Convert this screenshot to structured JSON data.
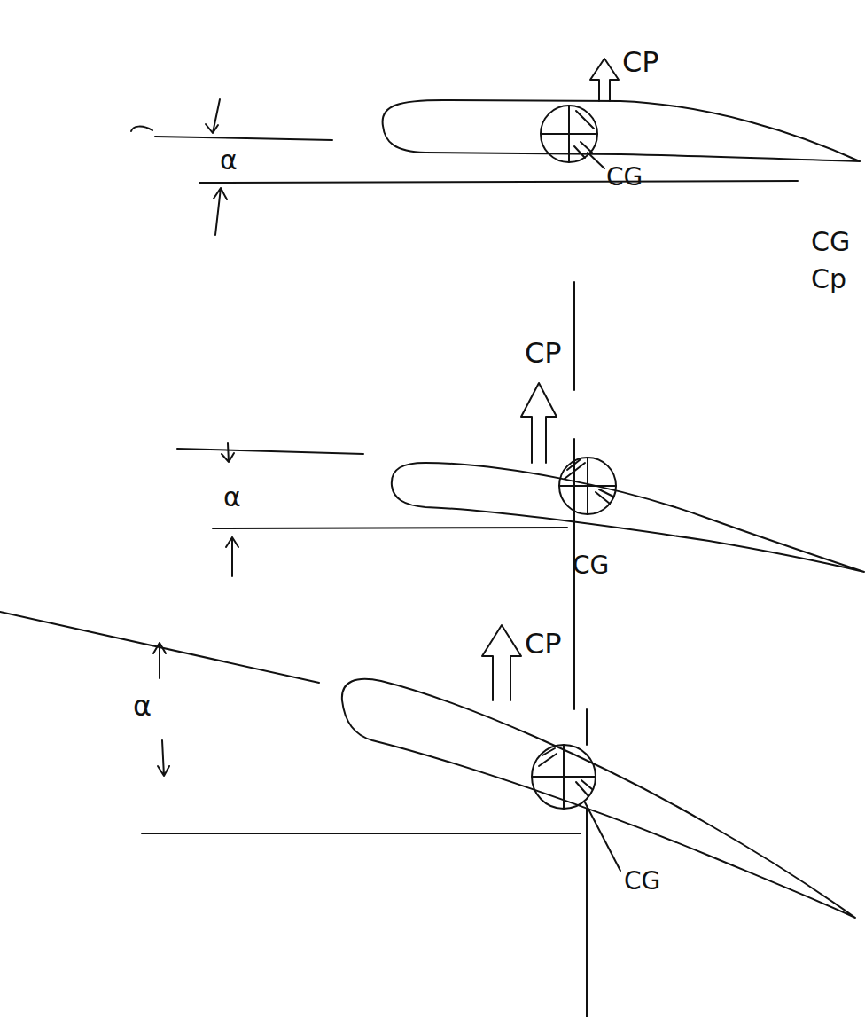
{
  "diagram": {
    "labels": [
      "α",
      "CP",
      "CG",
      "CG",
      "Cp",
      "α",
      "CP",
      "CG",
      "α",
      "CP",
      "CG"
    ]
  }
}
